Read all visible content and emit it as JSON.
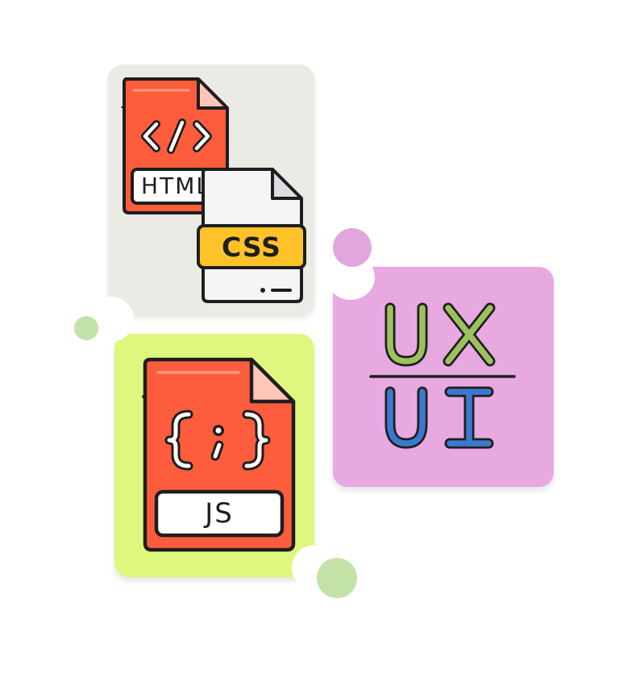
{
  "colors": {
    "card_grey": "#e9ebe4",
    "card_green": "#def87d",
    "card_purple": "#e8a8e0",
    "dot_green": "#c3e2a8",
    "dot_purple": "#e3a6dc",
    "file_red": "#fe5d3d",
    "file_red_fold": "#ffc6b8",
    "file_white": "#f6f4f4",
    "file_yellow": "#ffc229",
    "ux_green": "#9bc25c",
    "ui_blue": "#3b79cc",
    "outline": "#1e1e1e"
  },
  "icons": {
    "html": {
      "name": "html-file-icon",
      "code_glyph": "</>",
      "label": "HTML"
    },
    "css": {
      "name": "css-file-icon",
      "label": "CSS"
    },
    "js": {
      "name": "js-file-icon",
      "code_glyph": "{;}",
      "label": "JS"
    },
    "uxui": {
      "name": "ux-ui-icon",
      "top": "UX",
      "bottom": "UI"
    }
  }
}
